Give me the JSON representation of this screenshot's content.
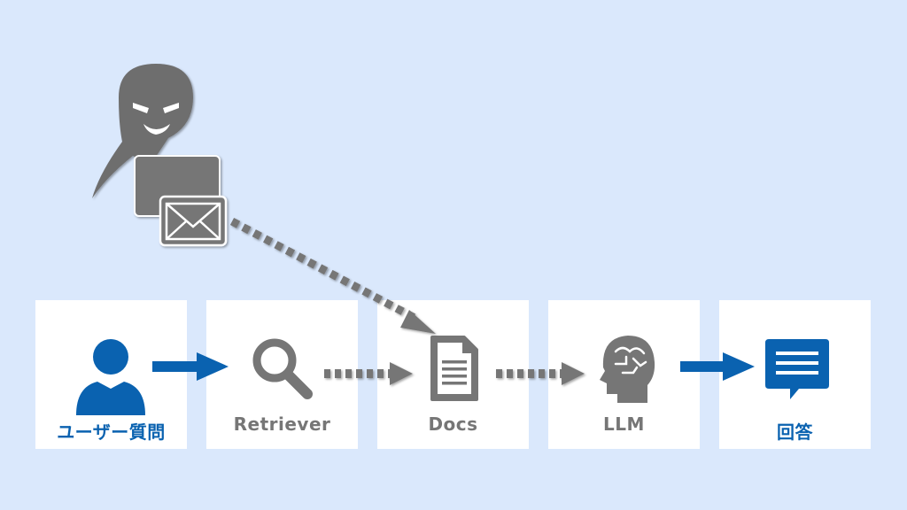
{
  "colors": {
    "background": "#dae8fc",
    "card": "#ffffff",
    "accent_blue": "#0a62b0",
    "gray": "#767676",
    "dark_gray": "#6e6e6e"
  },
  "flow": {
    "steps": [
      {
        "id": "user",
        "label": "ユーザー質問",
        "icon": "user-icon",
        "color": "#0a62b0"
      },
      {
        "id": "retriever",
        "label": "Retriever",
        "icon": "magnifier-icon",
        "color": "#767676"
      },
      {
        "id": "docs",
        "label": "Docs",
        "icon": "document-icon",
        "color": "#767676"
      },
      {
        "id": "llm",
        "label": "LLM",
        "icon": "brain-head-icon",
        "color": "#767676"
      },
      {
        "id": "answer",
        "label": "回答",
        "icon": "speech-bubble-icon",
        "color": "#0a62b0"
      }
    ],
    "arrows": [
      {
        "from": "user",
        "to": "retriever",
        "style": "solid",
        "color": "#0a62b0"
      },
      {
        "from": "retriever",
        "to": "docs",
        "style": "dashed",
        "color": "#767676"
      },
      {
        "from": "docs",
        "to": "llm",
        "style": "dashed",
        "color": "#767676"
      },
      {
        "from": "llm",
        "to": "answer",
        "style": "solid",
        "color": "#0a62b0"
      },
      {
        "from": "attacker",
        "to": "docs",
        "style": "dotted",
        "color": "#767676"
      }
    ]
  },
  "attacker": {
    "icon": "hacker-with-laptop-icon",
    "attachment_icon": "envelope-icon"
  }
}
